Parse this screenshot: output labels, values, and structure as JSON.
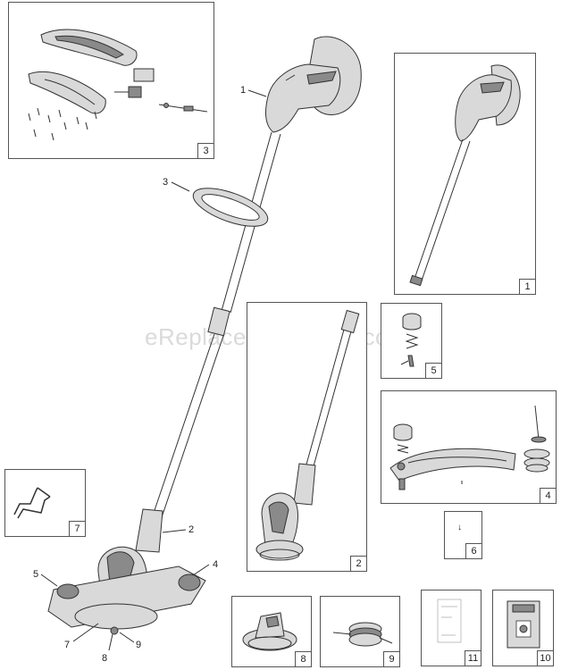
{
  "watermark": "eReplacementParts.com",
  "panels": [
    {
      "id": "handle-kit",
      "number": "3"
    },
    {
      "id": "upper-shaft",
      "number": "1"
    },
    {
      "id": "spring-kit",
      "number": "5"
    },
    {
      "id": "lower-shaft",
      "number": "2"
    },
    {
      "id": "deck-kit",
      "number": "4"
    },
    {
      "id": "guard-wire",
      "number": "7"
    },
    {
      "id": "small-part",
      "number": "6"
    },
    {
      "id": "spool-cap",
      "number": "8"
    },
    {
      "id": "spool",
      "number": "9"
    },
    {
      "id": "manual",
      "number": "11"
    },
    {
      "id": "label-plate",
      "number": "10"
    }
  ],
  "callouts": [
    "1",
    "3",
    "2",
    "4",
    "5",
    "7",
    "8",
    "9"
  ],
  "small_part_mark": "↓"
}
